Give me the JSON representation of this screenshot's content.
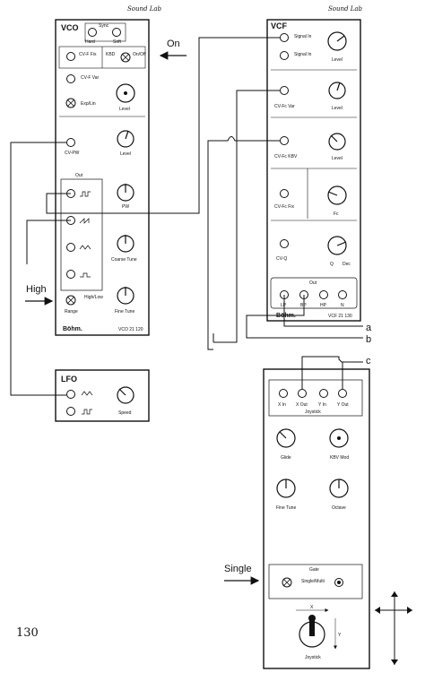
{
  "page_number": "130",
  "annotations": {
    "on": "On",
    "high": "High",
    "single": "Single",
    "a": "a",
    "b": "b",
    "c": "c"
  },
  "vco": {
    "title": "VCO",
    "brand": "Sound Lab",
    "maker": "Böhm.",
    "model": "VCO 21 120",
    "sync": "Sync",
    "hard": "Hard",
    "soft": "Soft",
    "cv_f_fix": "CV-F Fix",
    "kbd": "KBD",
    "on_off": "On/Off",
    "cv_f_var": "CV-F Var",
    "exp_lin": "Exp/Lin",
    "level": "Level",
    "cv_pw": "CV-PW",
    "out": "Out",
    "pw": "PW",
    "coarse_tune": "Coarse Tune",
    "fine_tune": "Fine Tune",
    "high_low": "High/Low",
    "range": "Range"
  },
  "vcf": {
    "title": "VCF",
    "brand": "Sound Lab",
    "maker": "Böhm.",
    "model": "VCF 21 130",
    "signal_in": "Signal In",
    "level": "Level",
    "cv_fc_var": "CV-Fc Var",
    "cv_fc_kbv": "CV-Fc KBV",
    "cv_fc_fix": "CV-Fc Fix",
    "fc": "Fc",
    "cv_q": "CV-Q",
    "q": "Q",
    "dec": "Dec",
    "out": "Out",
    "outs": [
      "LP",
      "BP",
      "HP",
      "N"
    ]
  },
  "lfo": {
    "title": "LFO",
    "speed": "Speed"
  },
  "joystick_panel": {
    "jacks": [
      "X In",
      "X Out",
      "Y In",
      "Y Out"
    ],
    "joystick": "Joystick",
    "glide": "Glide",
    "kbv_mod": "KBV Mod",
    "fine_tune": "Fine Tune",
    "octave": "Octave",
    "gate": "Gate",
    "single_multi": "Single/Multi",
    "x": "X",
    "y": "Y"
  }
}
